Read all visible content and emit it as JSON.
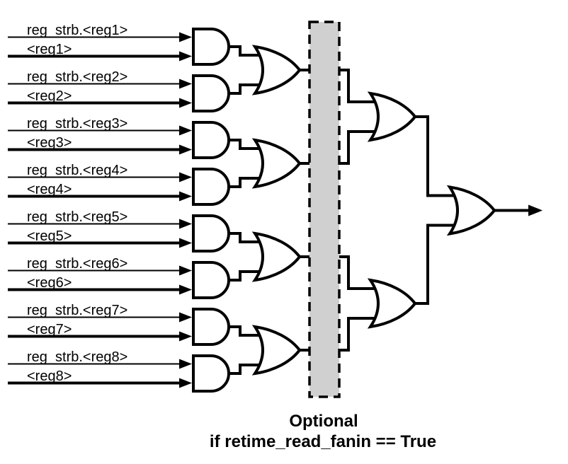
{
  "inputs": [
    {
      "strobe": "reg_strb.<reg1>",
      "data": "<reg1>"
    },
    {
      "strobe": "reg_strb.<reg2>",
      "data": "<reg2>"
    },
    {
      "strobe": "reg_strb.<reg3>",
      "data": "<reg3>"
    },
    {
      "strobe": "reg_strb.<reg4>",
      "data": "<reg4>"
    },
    {
      "strobe": "reg_strb.<reg5>",
      "data": "<reg5>"
    },
    {
      "strobe": "reg_strb.<reg6>",
      "data": "<reg6>"
    },
    {
      "strobe": "reg_strb.<reg7>",
      "data": "<reg7>"
    },
    {
      "strobe": "reg_strb.<reg8>",
      "data": "<reg8>"
    }
  ],
  "caption": {
    "line1": "Optional",
    "line2": "if retime_read_fanin == True"
  },
  "gates": {
    "and_stage_count": 8,
    "or_stage1_count": 4,
    "or_stage2_count": 2,
    "or_final_count": 1
  },
  "colors": {
    "wire": "#000000",
    "gate_fill": "#ffffff",
    "optional_box_fill": "#d0d0d0",
    "optional_box_border": "#000000",
    "text": "#000000",
    "background": "#ffffff"
  }
}
